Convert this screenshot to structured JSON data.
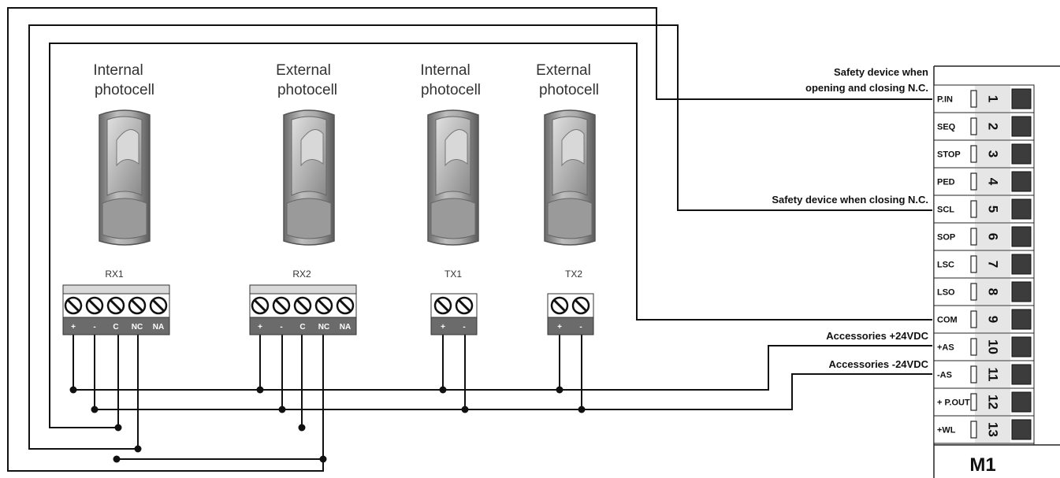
{
  "devices": [
    {
      "id": "rx1",
      "title_line1": "Internal",
      "title_line2": "photocell",
      "tag": "RX1",
      "terminals": [
        "+",
        "-",
        "C",
        "NC",
        "NA"
      ]
    },
    {
      "id": "rx2",
      "title_line1": "External",
      "title_line2": "photocell",
      "tag": "RX2",
      "terminals": [
        "+",
        "-",
        "C",
        "NC",
        "NA"
      ]
    },
    {
      "id": "tx1",
      "title_line1": "Internal",
      "title_line2": "photocell",
      "tag": "TX1",
      "terminals": [
        "+",
        "-"
      ]
    },
    {
      "id": "tx2",
      "title_line1": "External",
      "title_line2": "photocell",
      "tag": "TX2",
      "terminals": [
        "+",
        "-"
      ]
    }
  ],
  "notes": {
    "safety_open_close_line1": "Safety device when",
    "safety_open_close_line2": "opening and closing N.C.",
    "safety_closing": "Safety device when closing N.C.",
    "acc_plus": "Accessories +24VDC",
    "acc_minus": "Accessories -24VDC"
  },
  "terminal_block": {
    "title": "M1",
    "pins": [
      {
        "label": "P.IN",
        "num": "1"
      },
      {
        "label": "SEQ",
        "num": "2"
      },
      {
        "label": "STOP",
        "num": "3"
      },
      {
        "label": "PED",
        "num": "4"
      },
      {
        "label": "SCL",
        "num": "5"
      },
      {
        "label": "SOP",
        "num": "6"
      },
      {
        "label": "LSC",
        "num": "7"
      },
      {
        "label": "LSO",
        "num": "8"
      },
      {
        "label": "COM",
        "num": "9"
      },
      {
        "label": "+AS",
        "num": "10"
      },
      {
        "label": "-AS",
        "num": "11"
      },
      {
        "label": "+ P.OUT",
        "num": "12"
      },
      {
        "label": "+WL",
        "num": "13"
      }
    ]
  }
}
